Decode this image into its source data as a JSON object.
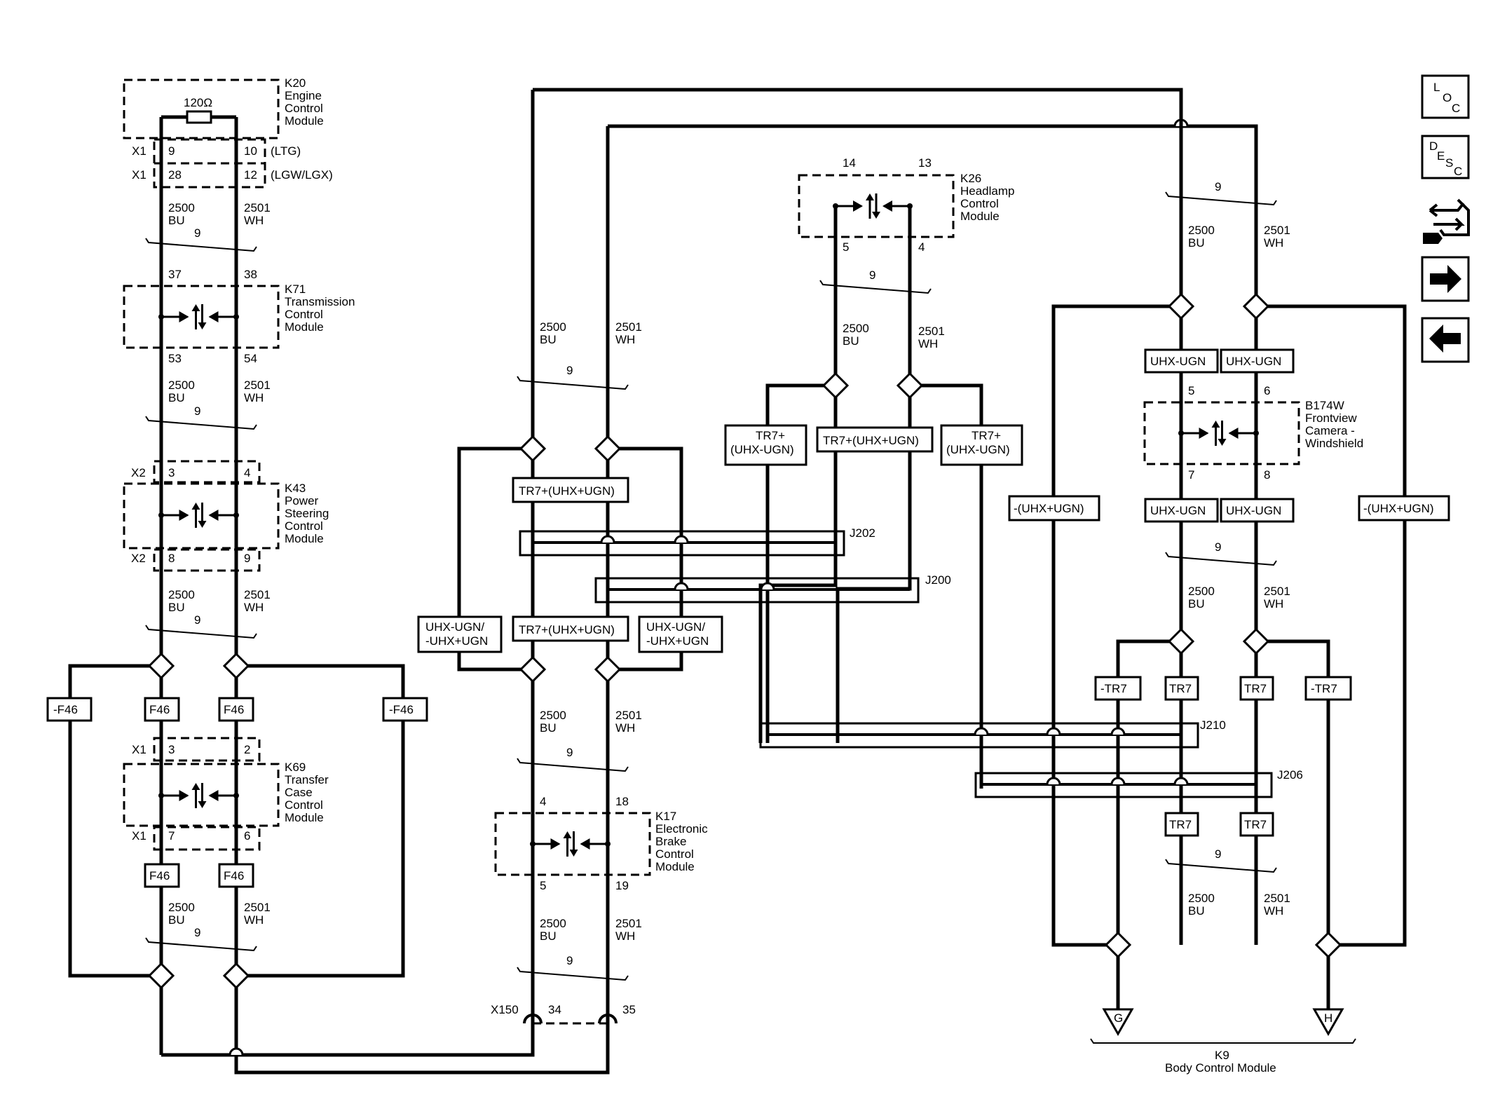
{
  "resistor": "120Ω",
  "modules": {
    "k20": [
      "K20",
      "Engine",
      "Control",
      "Module"
    ],
    "k71": [
      "K71",
      "Transmission",
      "Control",
      "Module"
    ],
    "k43": [
      "K43",
      "Power",
      "Steering",
      "Control",
      "Module"
    ],
    "k69": [
      "K69",
      "Transfer",
      "Case",
      "Control",
      "Module"
    ],
    "k17": [
      "K17",
      "Electronic",
      "Brake",
      "Control",
      "Module"
    ],
    "k26": [
      "K26",
      "Headlamp",
      "Control",
      "Module"
    ],
    "b174w": [
      "B174W",
      "Frontview",
      "Camera -",
      "Windshield"
    ],
    "k9": [
      "K9",
      "Body Control Module"
    ]
  },
  "variants": {
    "ltg": "(LTG)",
    "lgw": "(LGW/LGX)"
  },
  "connectors": {
    "x1": "X1",
    "x2": "X2",
    "x150": "X150"
  },
  "pins": {
    "p9": "9",
    "p10": "10",
    "p28": "28",
    "p12": "12",
    "p37": "37",
    "p38": "38",
    "p53": "53",
    "p54": "54",
    "p3": "3",
    "p4": "4",
    "p8": "8",
    "p9b": "9",
    "p3b": "3",
    "p2": "2",
    "p7": "7",
    "p6": "6",
    "p4b": "4",
    "p18": "18",
    "p5": "5",
    "p19": "19",
    "p34": "34",
    "p35": "35",
    "p14": "14",
    "p13": "13",
    "p5b": "5",
    "p4c": "4",
    "p5c": "5",
    "p6b": "6",
    "p7b": "7",
    "p8b": "8"
  },
  "circuits": {
    "bu_num": "2500",
    "bu": "BU",
    "wh_num": "2501",
    "wh": "WH"
  },
  "twist": "9",
  "splices": {
    "j202": "J202",
    "j200": "J200",
    "j210": "J210",
    "j206": "J206"
  },
  "options": {
    "f46": "F46",
    "nf46": "-F46",
    "tr7_uhx_ugn": "TR7+(UHX+UGN)",
    "tr7p": "TR7+",
    "uhx_ugn_paren": "(UHX-UGN)",
    "uhx_ugn_a": "UHX-UGN/",
    "uhx_ugn_b": "-UHX+UGN",
    "uhx_ugn": "UHX-UGN",
    "not_uhx_ugn": "-(UHX+UGN)",
    "tr7": "TR7",
    "ntr7": "-TR7"
  },
  "grounds": {
    "g": "G",
    "h": "H"
  },
  "nav": {
    "loc": [
      "L",
      "O",
      "C"
    ],
    "desc": [
      "D",
      "E",
      "S",
      "C"
    ]
  }
}
